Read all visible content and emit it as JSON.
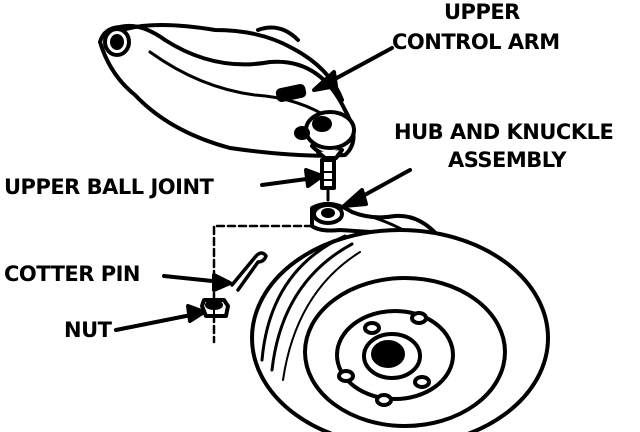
{
  "labels": {
    "upper_control_arm": [
      "UPPER",
      "CONTROL ARM"
    ],
    "hub_and_knuckle": [
      "HUB AND KNUCKLE",
      "ASSEMBLY"
    ],
    "upper_ball_joint": "UPPER BALL JOINT",
    "cotter_pin": "COTTER PIN",
    "nut": "NUT"
  }
}
